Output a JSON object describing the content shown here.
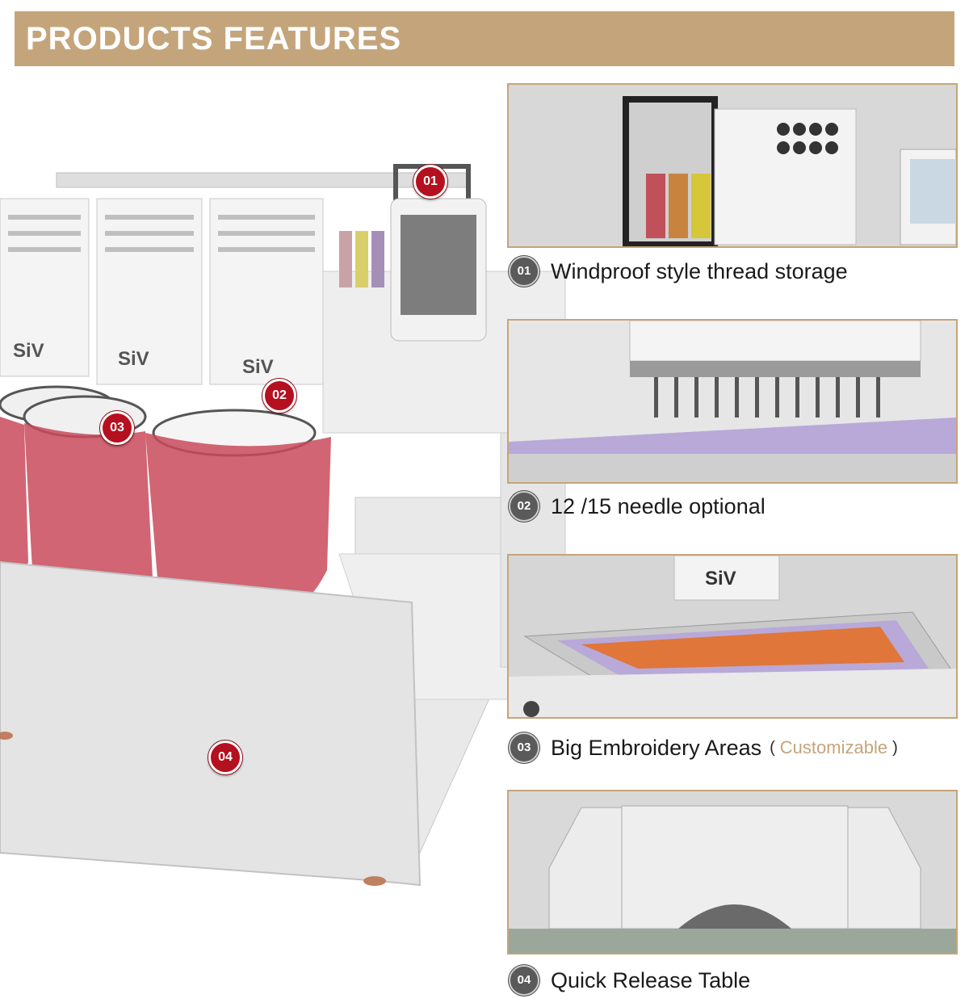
{
  "header": {
    "title": "PRODUCTS FEATURES"
  },
  "machine": {
    "brand": "SiV",
    "markers": [
      "01",
      "02",
      "03",
      "04"
    ]
  },
  "features": [
    {
      "num": "01",
      "label": "Windproof style thread storage"
    },
    {
      "num": "02",
      "label": "12 /15 needle optional"
    },
    {
      "num": "03",
      "label": "Big Embroidery Areas",
      "paren_open": "(",
      "note": "Customizable",
      "paren_close": ")"
    },
    {
      "num": "04",
      "label": "Quick Release Table"
    }
  ],
  "colors": {
    "accent": "#c4a57b",
    "marker": "#b5101f",
    "badge": "#5a5a5a",
    "fabric": "#c94a5a"
  }
}
